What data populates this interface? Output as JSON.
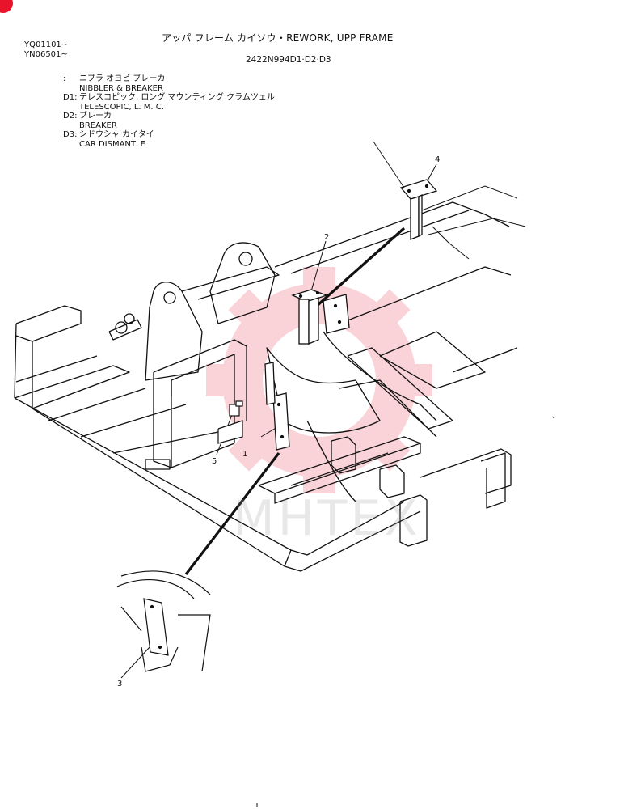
{
  "header": {
    "title": "アッパ フレーム カイソウ・REWORK, UPP FRAME",
    "part_number": "2422N994D1·D2·D3",
    "serials": [
      "YQ01101~",
      "YN06501~"
    ]
  },
  "legend": [
    {
      "code": ":",
      "jp": "ニブラ オヨビ ブレーカ",
      "en": "NIBBLER & BREAKER"
    },
    {
      "code": "D1:",
      "jp": "テレスコピック, ロング マウンティング クラムツェル",
      "en": "TELESCOPIC, L. M. C."
    },
    {
      "code": "D2:",
      "jp": "ブレーカ",
      "en": "BREAKER"
    },
    {
      "code": "D3:",
      "jp": "シドウシャ カイタイ",
      "en": "CAR DISMANTLE"
    }
  ],
  "callouts": [
    "1",
    "2",
    "3",
    "4",
    "5"
  ],
  "watermark": {
    "text": "MHTEX",
    "color": "#e8142c"
  }
}
